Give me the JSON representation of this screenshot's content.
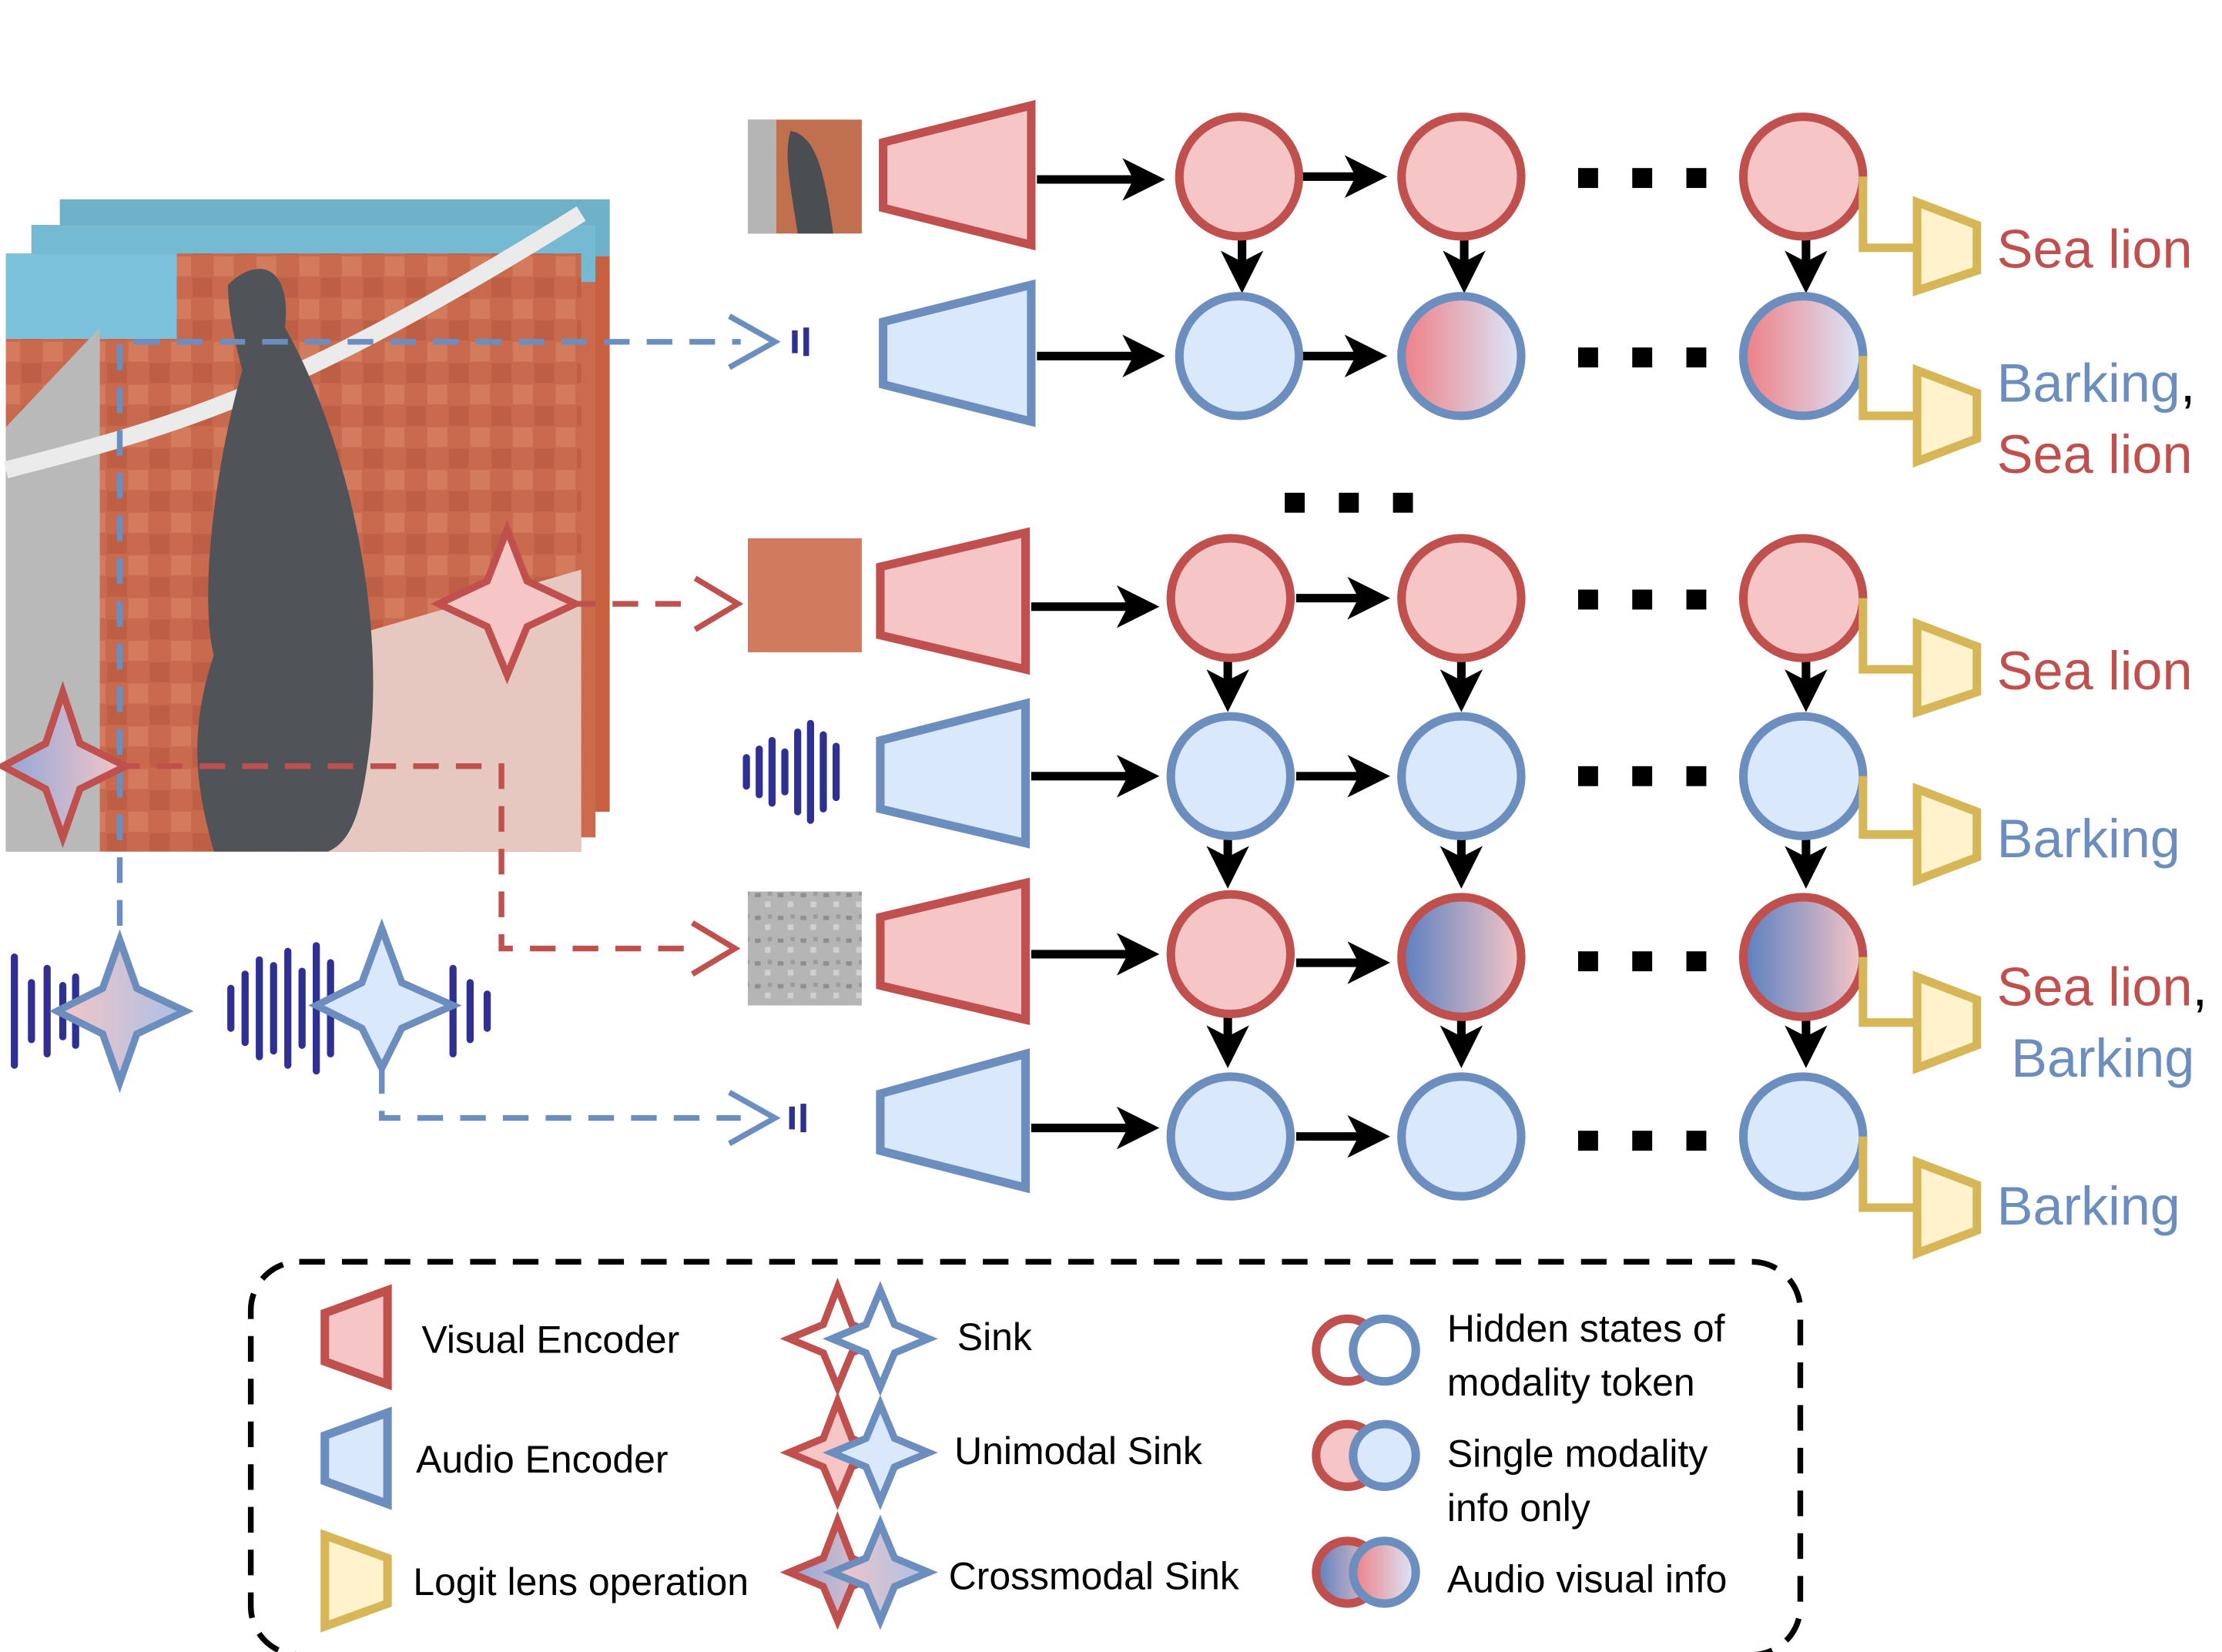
{
  "colors": {
    "visual_stroke": "#c0504d",
    "visual_fill": "#f6c6c6",
    "audio_stroke": "#6c8ebf",
    "audio_fill": "#dae8fc",
    "lens_stroke": "#d6b656",
    "lens_fill": "#fff2cc",
    "waveform": "#2e3192",
    "arrow": "#000000"
  },
  "outputs": {
    "row1": "Sea lion",
    "row2_part1": "Barking",
    "row2_sep": ",",
    "row2_part2": "Sea lion",
    "row3": "Sea lion",
    "row4": "Barking",
    "row5_part1": "Sea lion",
    "row5_sep": ",",
    "row5_part2": "Barking",
    "row6": "Barking"
  },
  "legend": {
    "visual_encoder": "Visual Encoder",
    "audio_encoder": "Audio Encoder",
    "logit_lens": "Logit lens operation",
    "sink": "Sink",
    "unimodal_sink": "Unimodal Sink",
    "crossmodal_sink": "Crossmodal Sink",
    "hidden_states_line1": "Hidden states of",
    "hidden_states_line2": "modality token",
    "single_modality_line1": "Single modality",
    "single_modality_line2": "info only",
    "audio_visual": "Audio visual info"
  }
}
